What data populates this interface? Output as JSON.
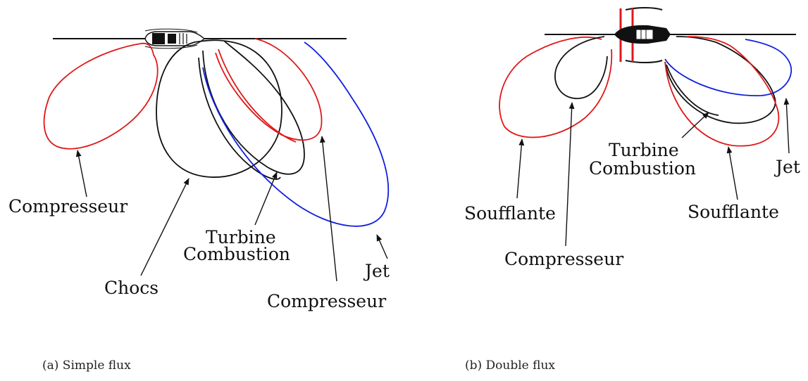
{
  "panel_a": {
    "labels": {
      "compresseur_left": "Compresseur",
      "chocs": "Chocs",
      "turbine": "Turbine",
      "combustion": "Combustion",
      "jet": "Jet",
      "compresseur_right": "Compresseur"
    },
    "caption": "(a) Simple flux"
  },
  "panel_b": {
    "labels": {
      "soufflante_left": "Soufflante",
      "compresseur": "Compresseur",
      "turbine": "Turbine",
      "combustion": "Combustion",
      "soufflante_right": "Soufflante",
      "jet": "Jet"
    },
    "caption": "(b) Double flux"
  },
  "colors": {
    "fan_compressor_lobes": "#e01818",
    "shock_turbine_lobes": "#111111",
    "jet_lobe": "#1020e0"
  }
}
